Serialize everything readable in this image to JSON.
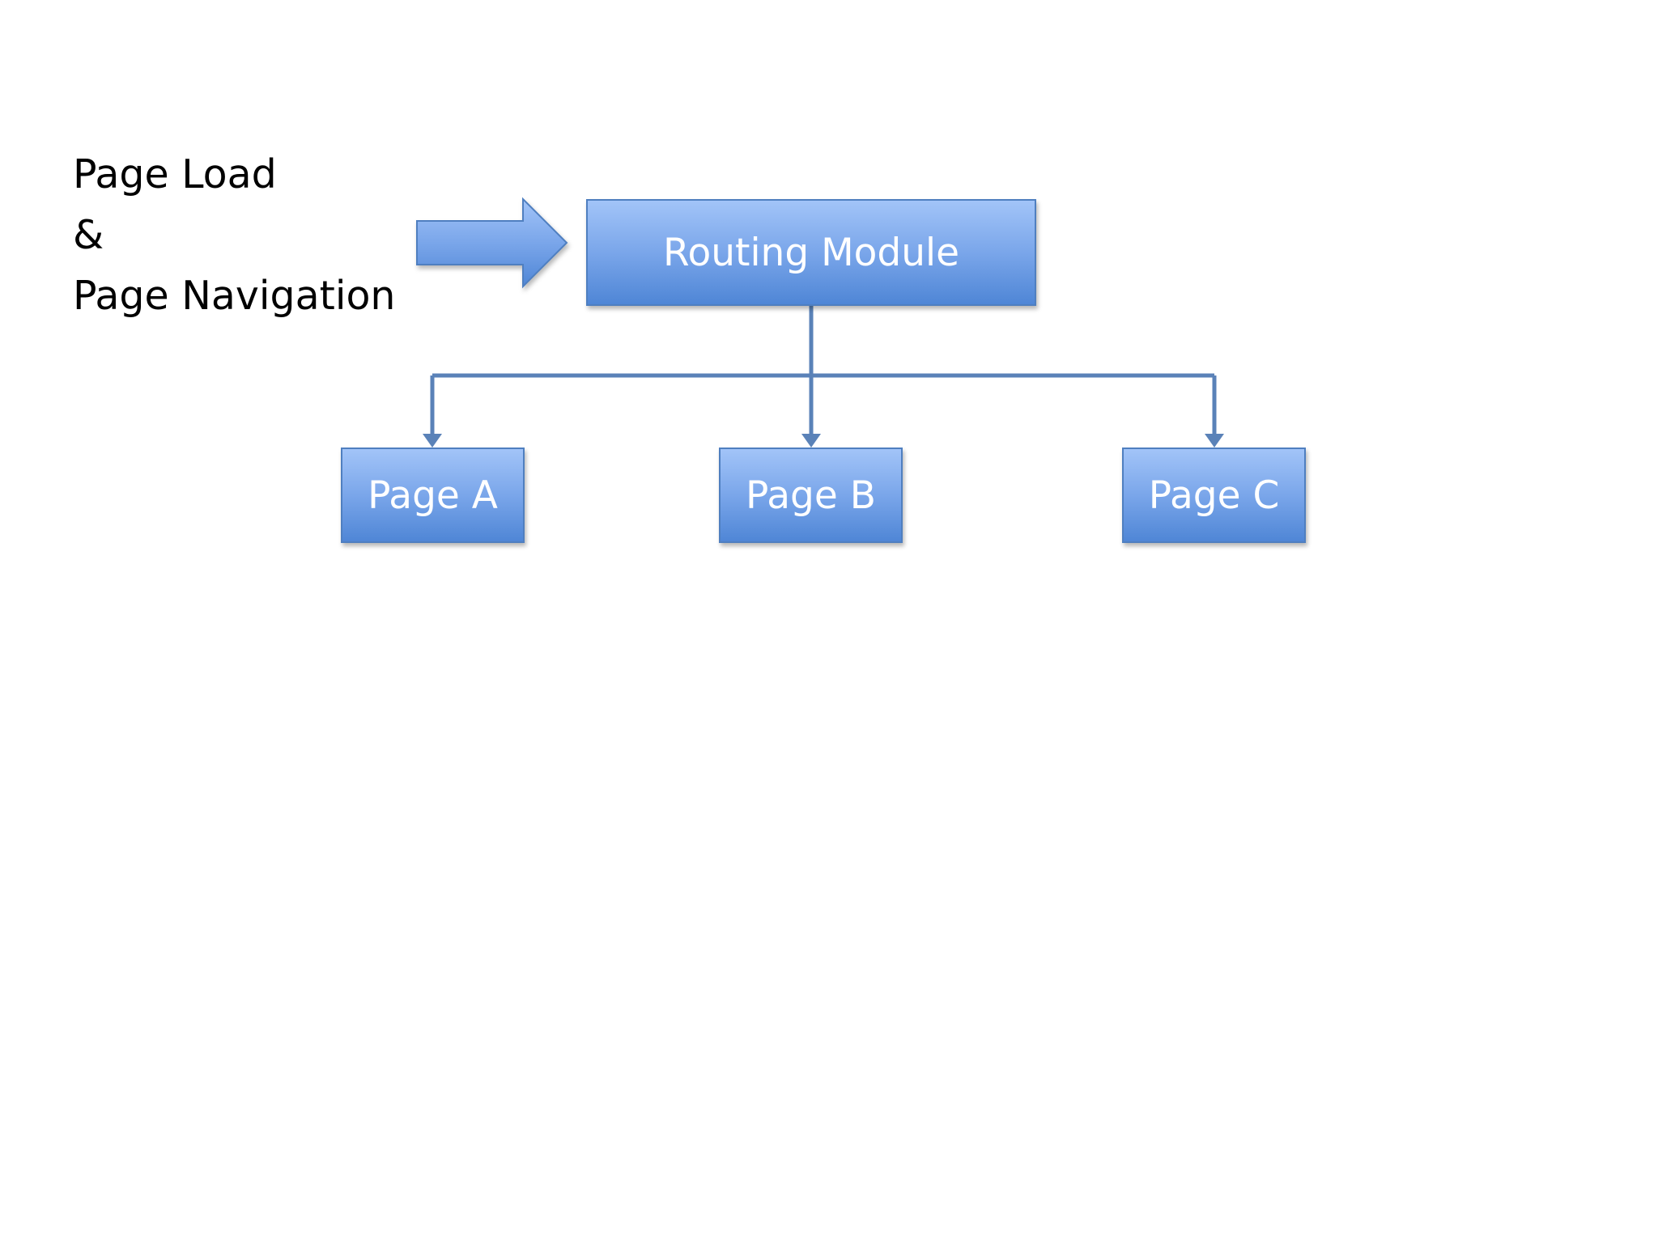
{
  "trigger": {
    "line1": "Page Load",
    "line2": "&",
    "line3": "Page Navigation"
  },
  "root": {
    "label": "Routing Module"
  },
  "children": [
    {
      "label": "Page A"
    },
    {
      "label": "Page B"
    },
    {
      "label": "Page C"
    }
  ],
  "colors": {
    "box_fill_top": "#a2c4f8",
    "box_fill_bottom": "#4f86d6",
    "box_border": "#4f7fc0",
    "connector": "#5a82b8",
    "text_on_box": "#ffffff",
    "label_text": "#000000"
  }
}
